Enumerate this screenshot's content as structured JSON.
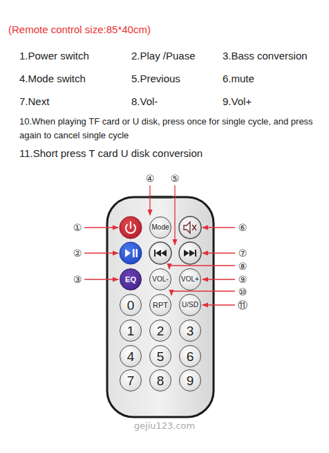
{
  "diagram": {
    "title": "(Remote control size:85*40cm)",
    "nodes": [
      {
        "text": [
          "Mode"
        ]
      },
      {
        "text": [
          "EQ"
        ]
      },
      {
        "text": [
          "VOL-"
        ]
      },
      {
        "text": [
          "VOL+"
        ]
      },
      {
        "text": [
          "0"
        ]
      },
      {
        "text": [
          "RPT"
        ]
      },
      {
        "text": [
          "U/SD"
        ]
      },
      {
        "text": [
          "1"
        ]
      },
      {
        "text": [
          "2"
        ]
      },
      {
        "text": [
          "3"
        ]
      },
      {
        "text": [
          "4"
        ]
      },
      {
        "text": [
          "5"
        ]
      },
      {
        "text": [
          "6"
        ]
      },
      {
        "text": [
          "7"
        ]
      },
      {
        "text": [
          "8"
        ]
      },
      {
        "text": [
          "9"
        ]
      }
    ],
    "labels": [
      "1.Power switch",
      "2.Play /Puase",
      "3.Bass conversion",
      "4.Mode switch",
      "5.Previous",
      "6.mute",
      "7.Next",
      "8.Vol-",
      "9.Vol+",
      "10.When playing TF card or U disk, press once for single cycle, and press again to cancel single cycle",
      "11.Short press T card U disk conversion",
      "①",
      "②",
      "③",
      "④",
      "⑤",
      "⑥",
      "⑦",
      "⑧",
      "⑨",
      "⑩",
      "⑪",
      "gejiu123.com"
    ]
  }
}
